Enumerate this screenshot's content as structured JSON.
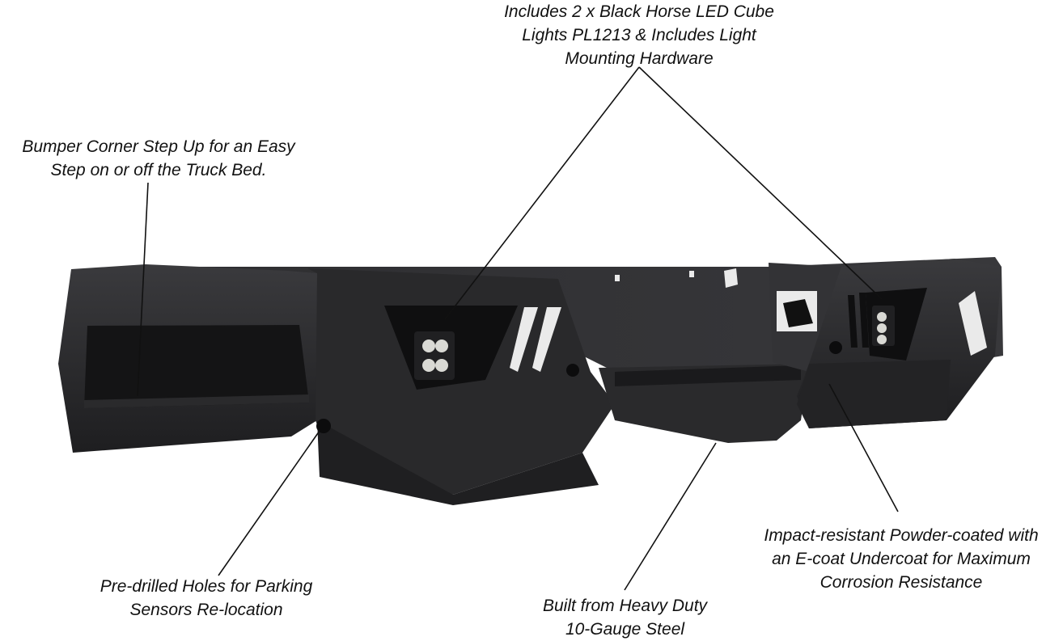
{
  "product": {
    "image_label": "bumper-photo",
    "colors": {
      "body": "#2b2b2d",
      "body_dark": "#1b1b1d",
      "highlight": "#3c3c3f",
      "led": "#d9d9d4",
      "leader_line": "#111111"
    }
  },
  "callouts": {
    "cube_lights": {
      "lines": [
        "Includes 2 x Black Horse LED Cube",
        "Lights PL1213 & Includes Light",
        "Mounting Hardware"
      ]
    },
    "corner_step": {
      "lines": [
        "Bumper Corner Step Up for an Easy",
        "Step on or off the Truck Bed."
      ]
    },
    "parking_sensors": {
      "lines": [
        "Pre-drilled Holes for Parking",
        "Sensors Re-location"
      ]
    },
    "steel": {
      "lines": [
        "Built from Heavy Duty",
        "10-Gauge Steel"
      ]
    },
    "powder_coat": {
      "lines": [
        "Impact-resistant Powder-coated with",
        "an E-coat Undercoat for Maximum",
        "Corrosion Resistance"
      ]
    }
  }
}
